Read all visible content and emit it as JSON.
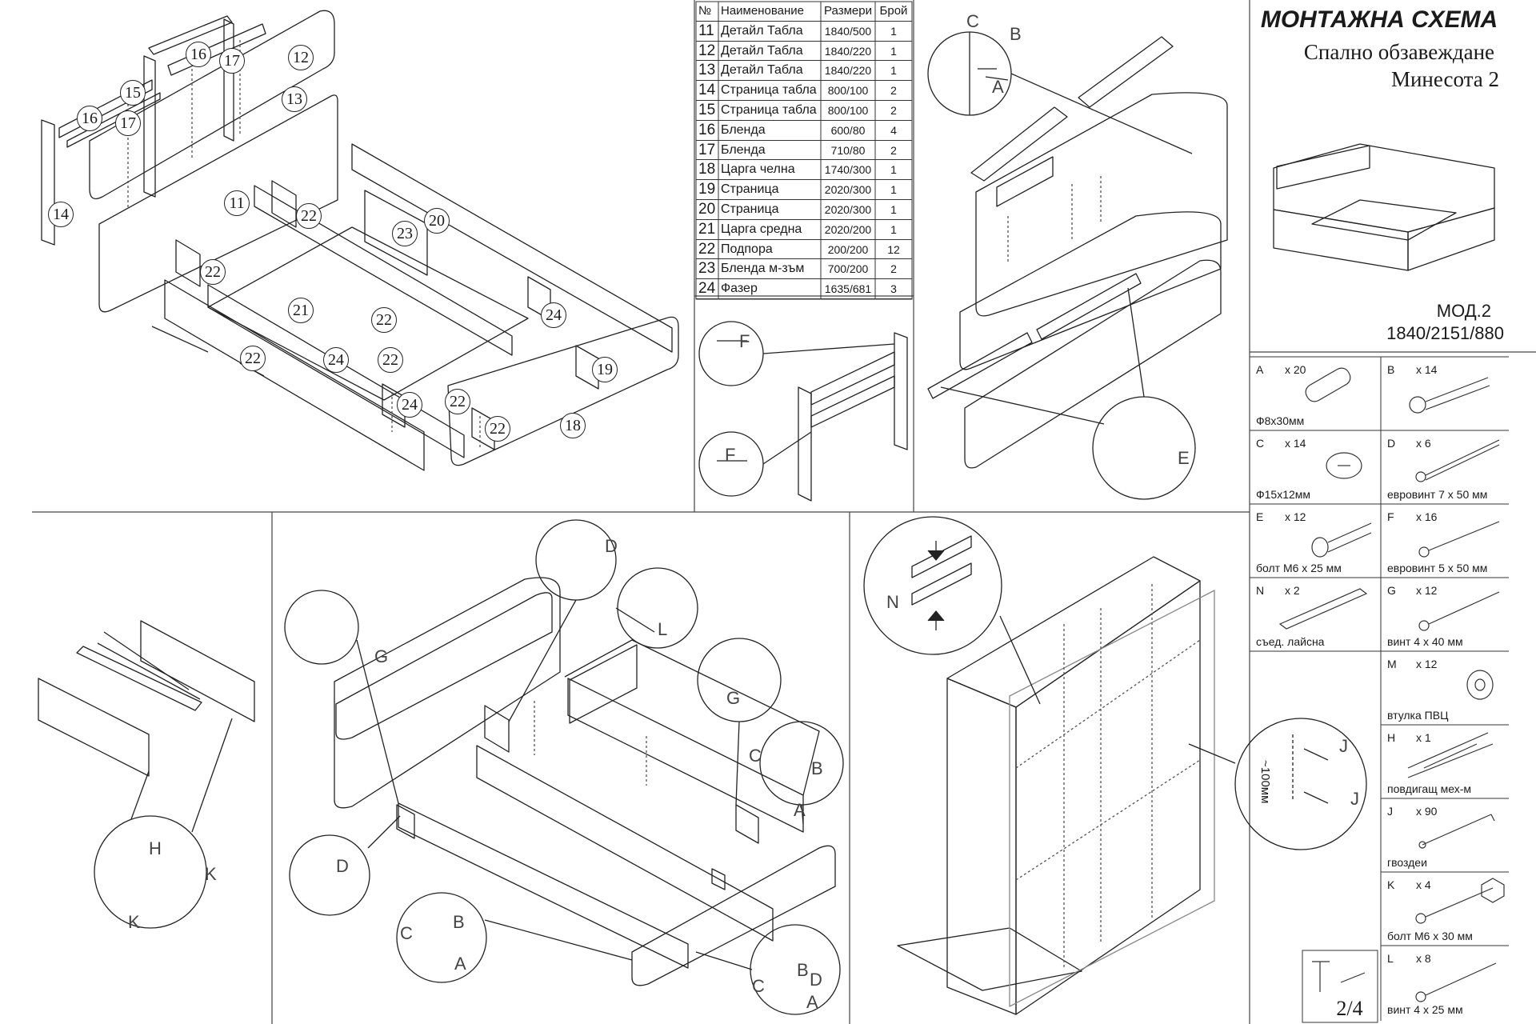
{
  "title": "МОНТАЖНА СХЕМА",
  "subtitle_line1": "Спално  обзавеждане",
  "subtitle_line2": "Минесота 2",
  "model": "МОД.2",
  "dimensions": "1840/2151/880",
  "page_number": "2/4",
  "parts_table": {
    "headers": [
      "№",
      "Наименование",
      "Размери",
      "Брой"
    ],
    "rows": [
      [
        "11",
        "Детайл Табла",
        "1840/500",
        "1"
      ],
      [
        "12",
        "Детайл Табла",
        "1840/220",
        "1"
      ],
      [
        "13",
        "Детайл Табла",
        "1840/220",
        "1"
      ],
      [
        "14",
        "Страница табла",
        "800/100",
        "2"
      ],
      [
        "15",
        "Страница табла",
        "800/100",
        "2"
      ],
      [
        "16",
        "Бленда",
        "600/80",
        "4"
      ],
      [
        "17",
        "Бленда",
        "710/80",
        "2"
      ],
      [
        "18",
        "Царга челна",
        "1740/300",
        "1"
      ],
      [
        "19",
        "Страница",
        "2020/300",
        "1"
      ],
      [
        "20",
        "Страница",
        "2020/300",
        "1"
      ],
      [
        "21",
        "Царга средна",
        "2020/200",
        "1"
      ],
      [
        "22",
        "Подпора",
        "200/200",
        "12"
      ],
      [
        "23",
        "Бленда м-зъм",
        "700/200",
        "2"
      ],
      [
        "24",
        "Фазер",
        "1635/681",
        "3"
      ]
    ]
  },
  "hardware": [
    {
      "letter": "A",
      "qty": "x 20",
      "name": "Ф8x30мм"
    },
    {
      "letter": "B",
      "qty": "x 14",
      "name": ""
    },
    {
      "letter": "C",
      "qty": "x 14",
      "name": "Ф15x12мм"
    },
    {
      "letter": "D",
      "qty": "x 6",
      "name": "евровинт 7 x 50 мм"
    },
    {
      "letter": "E",
      "qty": "x 12",
      "name": "болт М6 x 25 мм"
    },
    {
      "letter": "F",
      "qty": "x 16",
      "name": "евровинт 5 x 50 мм"
    },
    {
      "letter": "N",
      "qty": "x 2",
      "name": "съед. лайсна"
    },
    {
      "letter": "G",
      "qty": "x 12",
      "name": "винт 4 x 40 мм"
    },
    {
      "letter": "M",
      "qty": "x 12",
      "name": "втулка ПВЦ"
    },
    {
      "letter": "H",
      "qty": "x 1",
      "name": "повдигащ мех-м"
    },
    {
      "letter": "J",
      "qty": "x 90",
      "name": "гвоздеи"
    },
    {
      "letter": "K",
      "qty": "x 4",
      "name": "болт М6 x 30 мм"
    },
    {
      "letter": "L",
      "qty": "x 8",
      "name": "винт 4 x 25 мм"
    }
  ],
  "callouts": {
    "exploded_bed": [
      "16",
      "17",
      "12",
      "15",
      "13",
      "16",
      "17",
      "14",
      "11",
      "22",
      "20",
      "23",
      "22",
      "24",
      "21",
      "22",
      "19",
      "22",
      "24",
      "22",
      "24",
      "22",
      "22",
      "18"
    ],
    "detail_letters": [
      "F",
      "F",
      "C",
      "B",
      "A",
      "E",
      "N",
      "H",
      "K",
      "K",
      "D",
      "G",
      "G",
      "L",
      "D",
      "C",
      "B",
      "A",
      "C",
      "B",
      "A",
      "J",
      "J",
      "D",
      "C",
      "B",
      "A"
    ],
    "spacing_label": "~100мм"
  }
}
